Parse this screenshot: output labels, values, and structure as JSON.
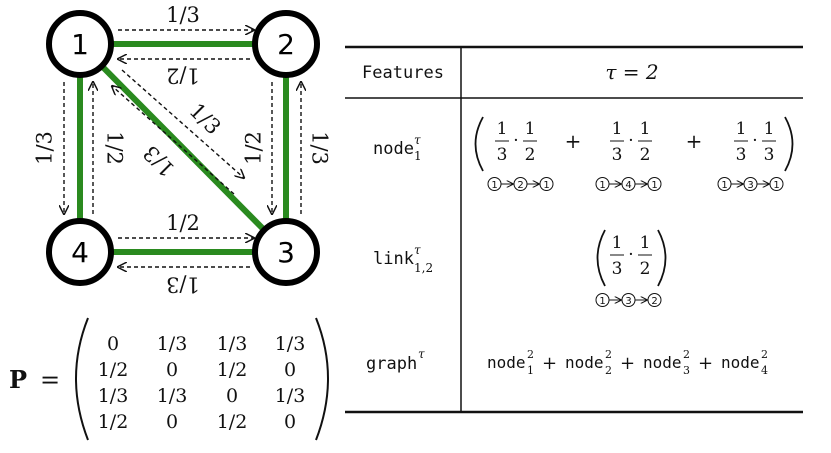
{
  "graph": {
    "nodes": [
      {
        "id": "n1",
        "label": "1"
      },
      {
        "id": "n2",
        "label": "2"
      },
      {
        "id": "n3",
        "label": "3"
      },
      {
        "id": "n4",
        "label": "4"
      }
    ],
    "edges": [
      {
        "from": "1",
        "to": "2"
      },
      {
        "from": "2",
        "to": "3"
      },
      {
        "from": "3",
        "to": "4"
      },
      {
        "from": "4",
        "to": "1"
      },
      {
        "from": "1",
        "to": "3"
      }
    ],
    "transitions": [
      {
        "from": "1",
        "to": "2",
        "prob": "1/3"
      },
      {
        "from": "2",
        "to": "1",
        "prob": "1/2"
      },
      {
        "from": "1",
        "to": "4",
        "prob": "1/3"
      },
      {
        "from": "4",
        "to": "1",
        "prob": "1/2"
      },
      {
        "from": "2",
        "to": "3",
        "prob": "1/2"
      },
      {
        "from": "3",
        "to": "2",
        "prob": "1/3"
      },
      {
        "from": "1",
        "to": "3",
        "prob": "1/3"
      },
      {
        "from": "3",
        "to": "1",
        "prob": "1/3"
      },
      {
        "from": "4",
        "to": "3",
        "prob": "1/2"
      },
      {
        "from": "3",
        "to": "4",
        "prob": "1/3"
      }
    ],
    "colors": {
      "edge": "#2a8a1f",
      "node_stroke": "#000000",
      "node_fill": "#ffffff"
    }
  },
  "matrix": {
    "symbol": "P",
    "equals": "=",
    "rows": [
      [
        "0",
        "1/3",
        "1/3",
        "1/3"
      ],
      [
        "1/2",
        "0",
        "1/2",
        "0"
      ],
      [
        "1/3",
        "1/3",
        "0",
        "1/3"
      ],
      [
        "1/2",
        "0",
        "1/2",
        "0"
      ]
    ]
  },
  "table": {
    "header": {
      "features": "Features",
      "tau": "τ = 2"
    },
    "rows": {
      "node": {
        "label_base": "node",
        "label_sup": "τ",
        "label_sub": "1",
        "terms": [
          {
            "a_num": "1",
            "a_den": "3",
            "b_num": "1",
            "b_den": "2",
            "path": [
              "1",
              "2",
              "1"
            ]
          },
          {
            "a_num": "1",
            "a_den": "3",
            "b_num": "1",
            "b_den": "2",
            "path": [
              "1",
              "4",
              "1"
            ]
          },
          {
            "a_num": "1",
            "a_den": "3",
            "b_num": "1",
            "b_den": "3",
            "path": [
              "1",
              "3",
              "1"
            ]
          }
        ],
        "plus": "+",
        "dot": "·"
      },
      "link": {
        "label_base": "link",
        "label_sup": "τ",
        "label_sub": "1,2",
        "term": {
          "a_num": "1",
          "a_den": "3",
          "b_num": "1",
          "b_den": "2",
          "path": [
            "1",
            "3",
            "2"
          ]
        }
      },
      "graph": {
        "label_base": "graph",
        "label_sup": "τ",
        "summands": [
          {
            "base": "node",
            "sub": "1",
            "sup": "2"
          },
          {
            "base": "node",
            "sub": "2",
            "sup": "2"
          },
          {
            "base": "node",
            "sub": "3",
            "sup": "2"
          },
          {
            "base": "node",
            "sub": "4",
            "sup": "2"
          }
        ],
        "plus": "+"
      }
    }
  }
}
